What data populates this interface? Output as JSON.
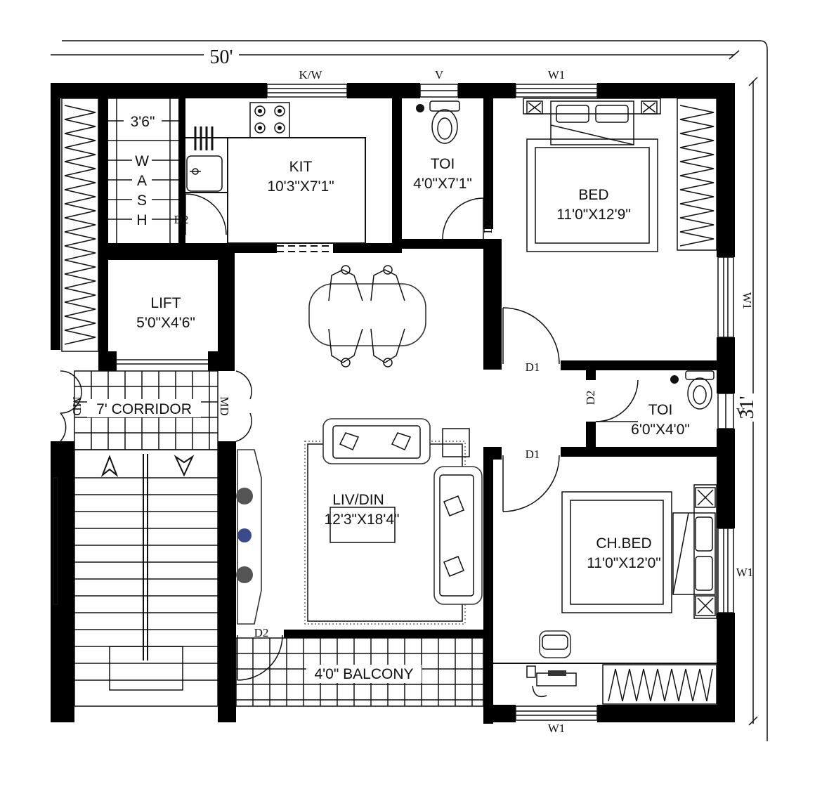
{
  "dimensions": {
    "width_label": "50'",
    "depth_label": "31'"
  },
  "rooms": {
    "kitchen": {
      "name": "KIT",
      "size": "10'3\"X7'1\""
    },
    "toilet_main": {
      "name": "TOI",
      "size": "4'0\"X7'1\""
    },
    "bed": {
      "name": "BED",
      "size": "11'0\"X12'9\""
    },
    "lift": {
      "name": "LIFT",
      "size": "5'0\"X4'6\""
    },
    "toilet_second": {
      "name": "TOI",
      "size": "6'0\"X4'0\""
    },
    "living": {
      "name": "LIV/DIN",
      "size": "12'3\"X18'4\""
    },
    "child_bed": {
      "name": "CH.BED",
      "size": "11'0\"X12'0\""
    },
    "wash": {
      "width": "3'6\"",
      "letters": [
        "W",
        "A",
        "S",
        "H"
      ]
    },
    "corridor": {
      "label": "7' CORRIDOR"
    },
    "balcony": {
      "label": "4'0\" BALCONY"
    }
  },
  "openings": {
    "kw": "K/W",
    "v_top": "V",
    "w1_top": "W1",
    "w1_bed_side": "W1",
    "v_side": "V",
    "w1_chbed_side": "W1",
    "w1_bottom": "W1",
    "d2_kitchen": "D2",
    "d2_toilet": "D2",
    "d1_bed": "D1",
    "d2_toilet_second": "D2",
    "d1_chbed": "D1",
    "d2_balcony": "D2",
    "md_left": "MD",
    "md_right": "MD"
  }
}
